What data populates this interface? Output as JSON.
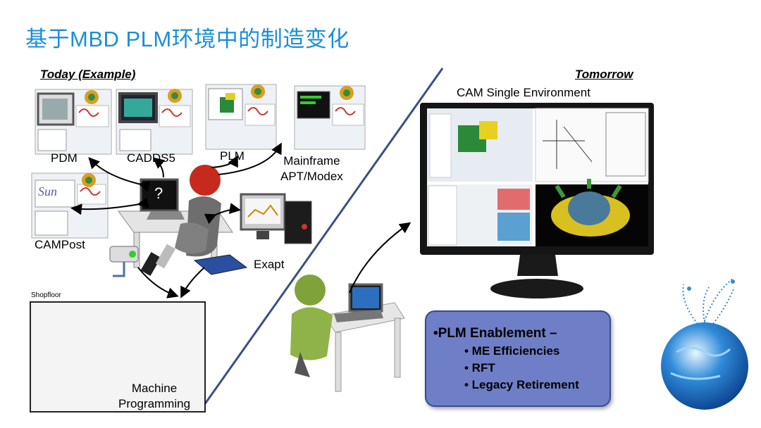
{
  "title": "基于MBD  PLM环境中的制造变化",
  "today": {
    "header": "Today (Example)",
    "systems": [
      {
        "key": "pdm",
        "label": "PDM"
      },
      {
        "key": "cadds5",
        "label": "CADDS5"
      },
      {
        "key": "plm",
        "label": "PLM"
      },
      {
        "key": "mainframe",
        "label": "Mainframe\nAPT/Modex"
      },
      {
        "key": "campost",
        "label": "CAMPost"
      },
      {
        "key": "exapt",
        "label": "Exapt"
      }
    ],
    "pc_screen_glyph": "?",
    "sun_logo": "Sun",
    "shopfloor": {
      "label": "Shopfloor",
      "machine_label": "Machine\nProgramming"
    }
  },
  "tomorrow": {
    "header": "Tomorrow",
    "cam_label": "CAM Single Environment",
    "bullets": {
      "main": "•PLM Enablement –",
      "items": [
        "• ME Efficiencies",
        "• RFT",
        "• Legacy Retirement"
      ]
    }
  },
  "colors": {
    "title": "#1a8fd6",
    "divider": "#3a4f86",
    "bullet_box": "#6f7fc7",
    "figure_red": "#c62a1c",
    "figure_green": "#7fa33a"
  }
}
